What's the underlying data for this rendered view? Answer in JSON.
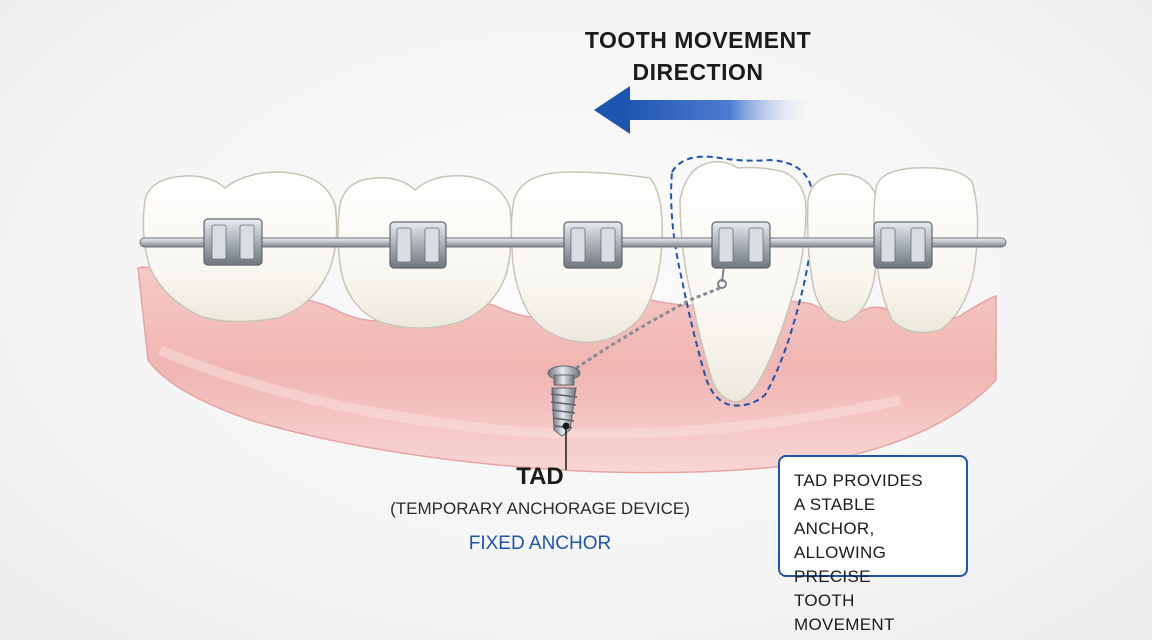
{
  "direction": {
    "title_lines": [
      "TOOTH MOVEMENT",
      "DIRECTION"
    ],
    "arrow_color": "#1d55b0"
  },
  "tad": {
    "name": "TAD",
    "full_name": "(TEMPORARY ANCHORAGE DEVICE)",
    "fixed_label": "FIXED ANCHOR"
  },
  "info_box": {
    "lines": [
      "TAD PROVIDES",
      "A STABLE ANCHOR,",
      "ALLOWING PRECISE",
      "TOOTH MOVEMENT"
    ]
  },
  "colors": {
    "accent": "#1d55b0",
    "gum": "#f2b3b3",
    "tooth": "#fbfaf5",
    "metal": "#9aa0a6"
  }
}
